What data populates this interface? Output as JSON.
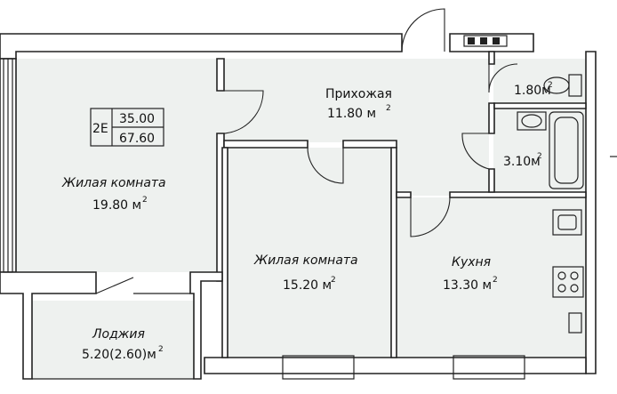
{
  "apartment": {
    "type_code": "2E",
    "living_area": "35.00",
    "total_area": "67.60"
  },
  "rooms": {
    "living1": {
      "name": "Жилая комната",
      "area": "19.80 м",
      "sup": "2"
    },
    "hall": {
      "name": "Прихожая",
      "area": "11.80 м",
      "sup": "2"
    },
    "toilet": {
      "area": "1.80м",
      "sup": "2"
    },
    "bath": {
      "area": "3.10м",
      "sup": "2"
    },
    "living2": {
      "name": "Жилая комната",
      "area": "15.20 м",
      "sup": "2"
    },
    "kitchen": {
      "name": "Кухня",
      "area": "13.30 м",
      "sup": "2"
    },
    "loggia": {
      "name": "Лоджия",
      "area": "5.20(2.60)м",
      "sup": "2"
    }
  },
  "colors": {
    "floor": "#eef1ef",
    "wall": "#222222"
  }
}
